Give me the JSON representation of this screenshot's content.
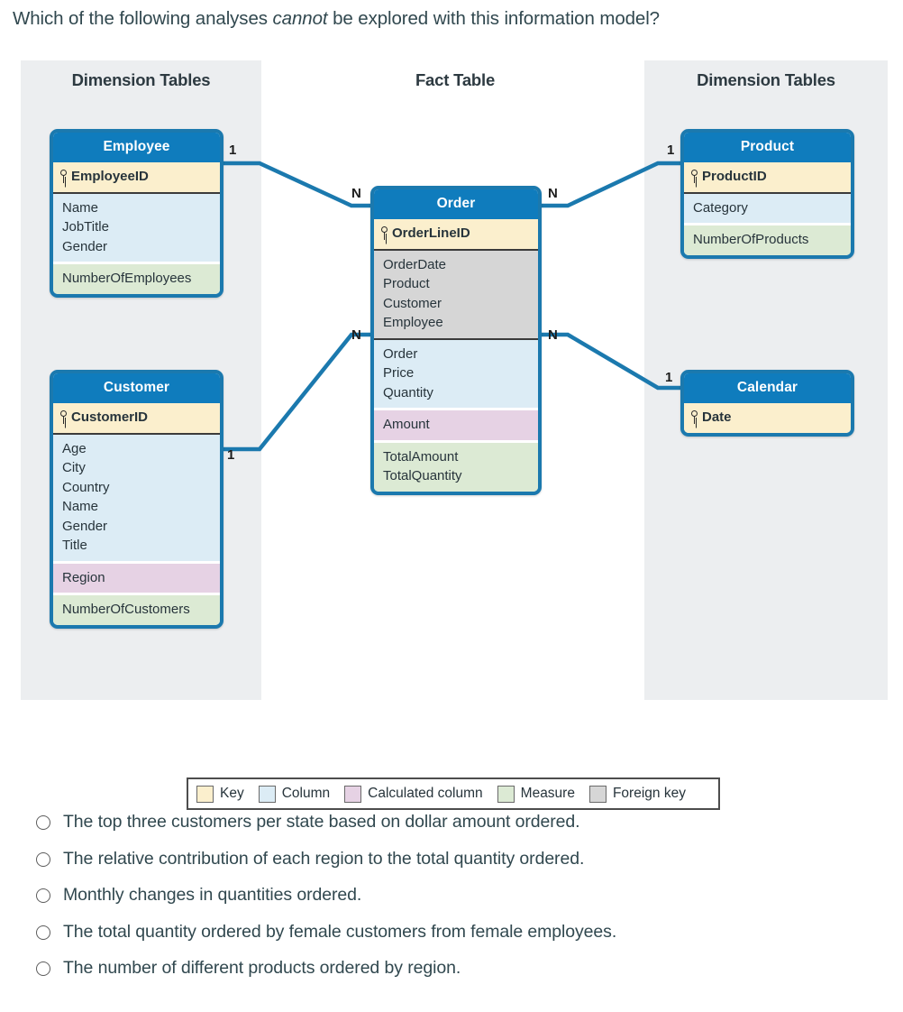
{
  "question": {
    "before": "Which of the following analyses ",
    "emphasis": "cannot",
    "after": " be explored with this information model?"
  },
  "diagram": {
    "panel_titles": {
      "left": "Dimension Tables",
      "center": "Fact Table",
      "right": "Dimension Tables"
    },
    "colors": {
      "key": "#fbefcd",
      "column": "#dcecf5",
      "calculated": "#e6d2e4",
      "measure": "#dcead4",
      "foreign_key": "#d6d6d6",
      "table_border": "#1b79ae",
      "header_fill": "#0f7cbd",
      "relationship_line": "#1b79ae",
      "panel_background": "#eceef0"
    },
    "tables": [
      {
        "id": "employee",
        "name": "Employee",
        "sections": [
          {
            "kind": "key",
            "fields": [
              "EmployeeID"
            ]
          },
          {
            "kind": "column",
            "fields": [
              "Name",
              "JobTitle",
              "Gender"
            ]
          },
          {
            "kind": "measure",
            "fields": [
              "NumberOfEmployees"
            ]
          }
        ]
      },
      {
        "id": "customer",
        "name": "Customer",
        "sections": [
          {
            "kind": "key",
            "fields": [
              "CustomerID"
            ]
          },
          {
            "kind": "column",
            "fields": [
              "Age",
              "City",
              "Country",
              "Name",
              "Gender",
              "Title"
            ]
          },
          {
            "kind": "calculated",
            "fields": [
              "Region"
            ]
          },
          {
            "kind": "measure",
            "fields": [
              "NumberOfCustomers"
            ]
          }
        ]
      },
      {
        "id": "order",
        "name": "Order",
        "sections": [
          {
            "kind": "key",
            "fields": [
              "OrderLineID"
            ]
          },
          {
            "kind": "fk",
            "fields": [
              "OrderDate",
              "Product",
              "Customer",
              "Employee"
            ]
          },
          {
            "kind": "column",
            "fields": [
              "Order",
              "Price",
              "Quantity"
            ]
          },
          {
            "kind": "calculated",
            "fields": [
              "Amount"
            ]
          },
          {
            "kind": "measure",
            "fields": [
              "TotalAmount",
              "TotalQuantity"
            ]
          }
        ]
      },
      {
        "id": "product",
        "name": "Product",
        "sections": [
          {
            "kind": "key",
            "fields": [
              "ProductID"
            ]
          },
          {
            "kind": "column",
            "fields": [
              "Category"
            ]
          },
          {
            "kind": "measure",
            "fields": [
              "NumberOfProducts"
            ]
          }
        ]
      },
      {
        "id": "calendar",
        "name": "Calendar",
        "sections": [
          {
            "kind": "key",
            "fields": [
              "Date"
            ]
          }
        ]
      }
    ],
    "relationships": [
      {
        "id": "employee-order",
        "from": "Employee",
        "to": "Order",
        "from_cardinality": "1",
        "to_cardinality": "N"
      },
      {
        "id": "customer-order",
        "from": "Customer",
        "to": "Order",
        "from_cardinality": "1",
        "to_cardinality": "N"
      },
      {
        "id": "order-product",
        "from": "Order",
        "to": "Product",
        "from_cardinality": "N",
        "to_cardinality": "1"
      },
      {
        "id": "order-calendar",
        "from": "Order",
        "to": "Calendar",
        "from_cardinality": "N",
        "to_cardinality": "1"
      }
    ],
    "legend": [
      {
        "label": "Key",
        "color": "#fbefcd"
      },
      {
        "label": "Column",
        "color": "#dcecf5"
      },
      {
        "label": "Calculated column",
        "color": "#e6d2e4"
      },
      {
        "label": "Measure",
        "color": "#dcead4"
      },
      {
        "label": "Foreign key",
        "color": "#d6d6d6"
      }
    ]
  },
  "options": [
    {
      "id": "opt-1",
      "text": "The top three customers per state based on dollar amount ordered."
    },
    {
      "id": "opt-2",
      "text": "The relative contribution of each region to the total quantity ordered."
    },
    {
      "id": "opt-3",
      "text": "Monthly changes in quantities ordered."
    },
    {
      "id": "opt-4",
      "text": "The total quantity ordered by female customers from female employees."
    },
    {
      "id": "opt-5",
      "text": "The number of different products ordered by region."
    }
  ]
}
